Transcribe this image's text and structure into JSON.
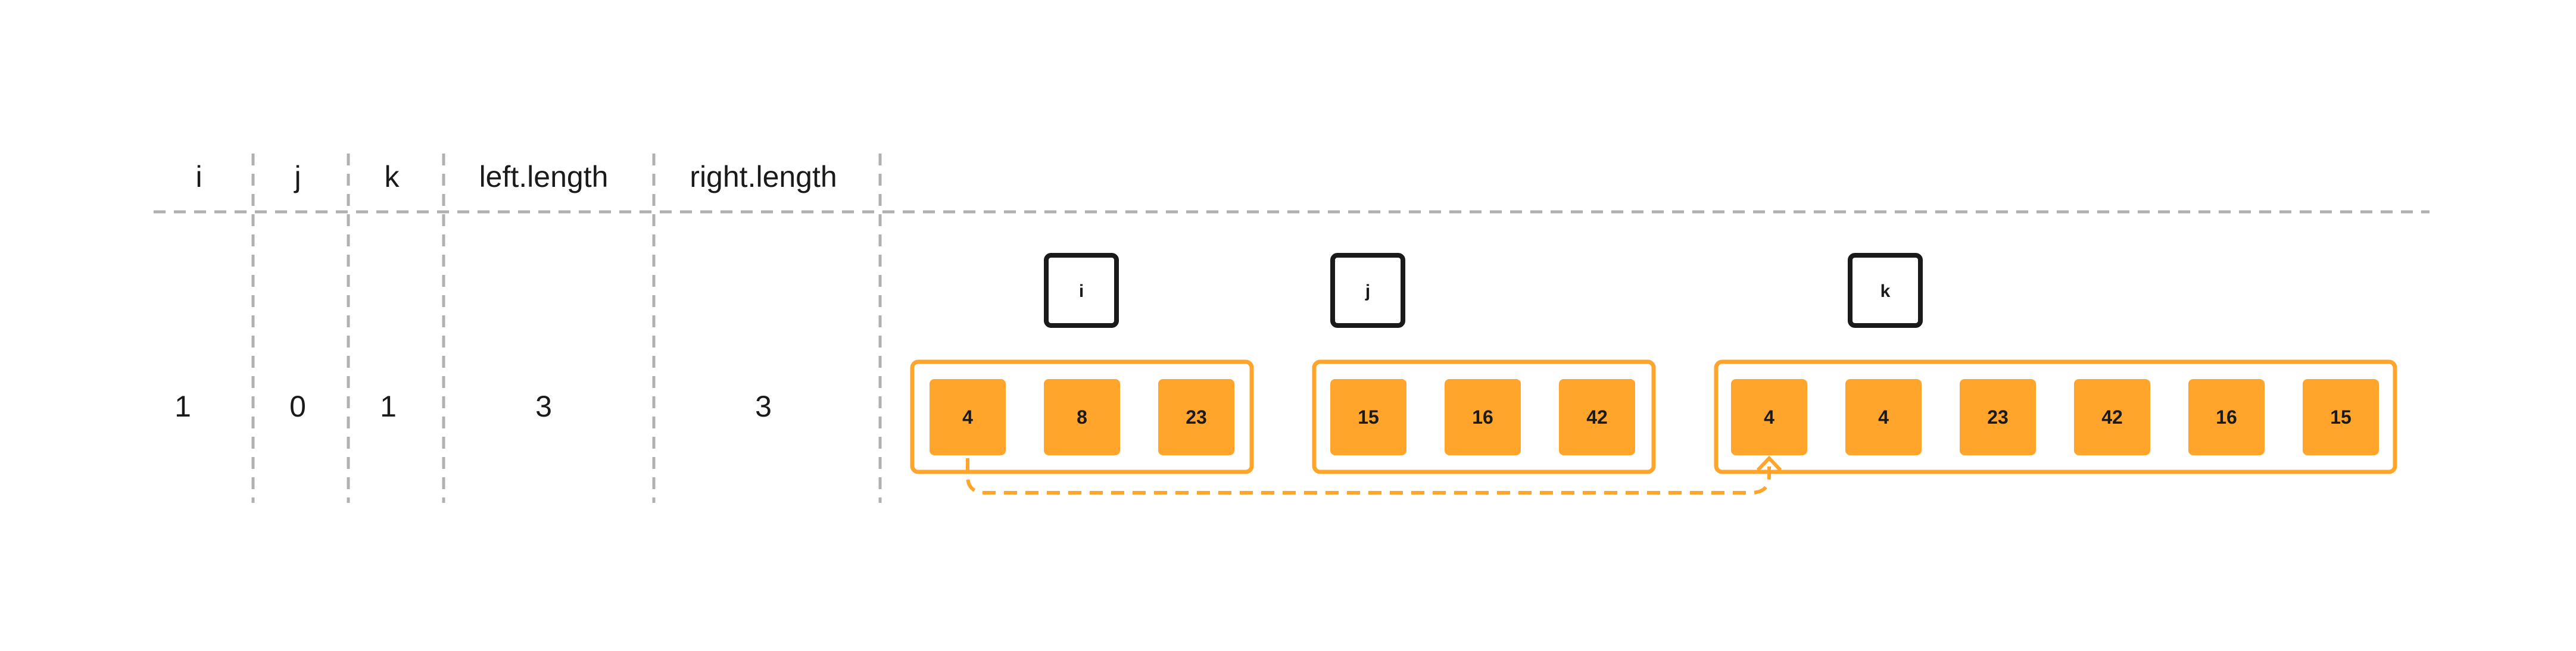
{
  "colors": {
    "accent": "#FFA52B",
    "border": "#1a1a1a",
    "divider": "#b0b0b0",
    "background": "#ffffff"
  },
  "table": {
    "headers": [
      "i",
      "j",
      "k",
      "left.length",
      "right.length"
    ],
    "values": [
      "1",
      "0",
      "1",
      "3",
      "3"
    ]
  },
  "arrays": {
    "left": [
      "4",
      "8",
      "23"
    ],
    "right": [
      "15",
      "16",
      "42"
    ],
    "result": [
      "4",
      "4",
      "23",
      "42",
      "16",
      "15"
    ]
  },
  "pointers": {
    "i": "i",
    "j": "j",
    "k": "k"
  }
}
